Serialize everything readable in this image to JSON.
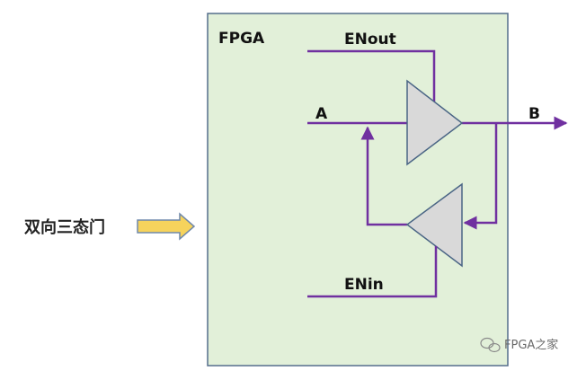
{
  "block_label": "FPGA",
  "signals": {
    "enable_out": "ENout",
    "input": "A",
    "output": "B",
    "enable_in": "ENin"
  },
  "side_caption": "双向三态门",
  "watermark": "FPGA之家",
  "colors": {
    "fpga_fill": "#e2f0d9",
    "fpga_border": "#556e8c",
    "wire": "#7030a0",
    "buffer_fill": "#d9d9d9",
    "buffer_stroke": "#4a6585",
    "arrow_fill": "#f6d35c",
    "arrow_stroke": "#6f88ab"
  }
}
